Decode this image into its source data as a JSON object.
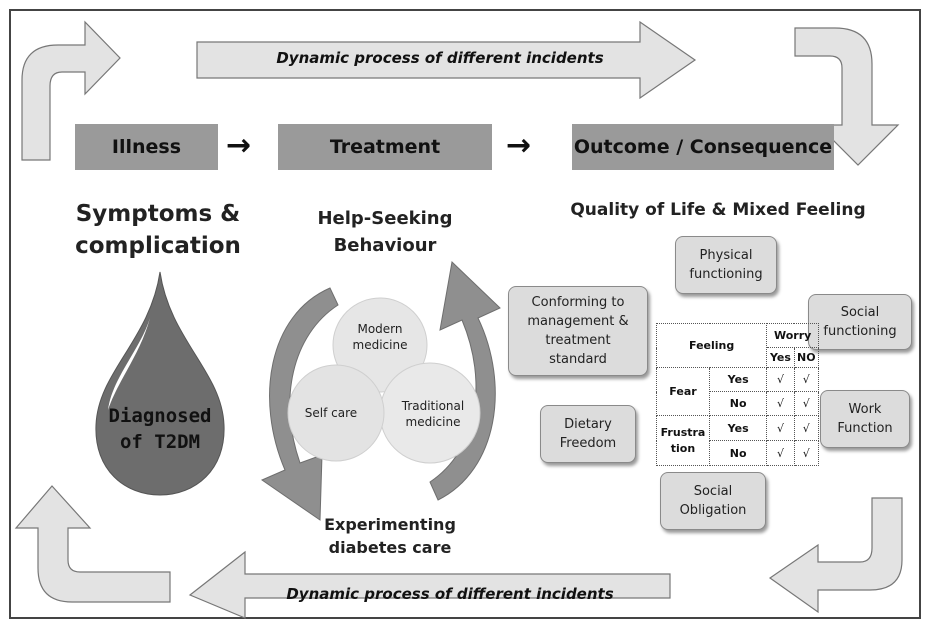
{
  "top_arrow_text": "Dynamic process of different incidents",
  "bottom_arrow_text": "Dynamic process of different incidents",
  "stages": {
    "illness": "Illness",
    "treatment": "Treatment",
    "outcome": "Outcome / Consequence",
    "arrow_glyph": "→"
  },
  "left": {
    "title_line1": "Symptoms &",
    "title_line2": "complication",
    "drop_line1": "Diagnosed",
    "drop_line2": "of T2DM"
  },
  "middle": {
    "title_line1": "Help-Seeking",
    "title_line2": "Behaviour",
    "modern_line1": "Modern",
    "modern_line2": "medicine",
    "self_care": "Self care",
    "traditional_line1": "Traditional",
    "traditional_line2": "medicine",
    "footer_line1": "Experimenting",
    "footer_line2": "diabetes care"
  },
  "right": {
    "title": "Quality of Life & Mixed Feeling",
    "physical_line1": "Physical",
    "physical_line2": "functioning",
    "conforming_line1": "Conforming to",
    "conforming_line2": "management &",
    "conforming_line3": "treatment",
    "conforming_line4": "standard",
    "social_func_line1": "Social",
    "social_func_line2": "functioning",
    "dietary_line1": "Dietary",
    "dietary_line2": "Freedom",
    "work_line1": "Work",
    "work_line2": "Function",
    "social_ob_line1": "Social",
    "social_ob_line2": "Obligation"
  },
  "feeling_table": {
    "feeling": "Feeling",
    "worry": "Worry",
    "yes": "Yes",
    "no": "NO",
    "fear": "Fear",
    "frustration_line1": "Frustra",
    "frustration_line2": "tion",
    "row_yes": "Yes",
    "row_no": "No",
    "check": "√"
  }
}
